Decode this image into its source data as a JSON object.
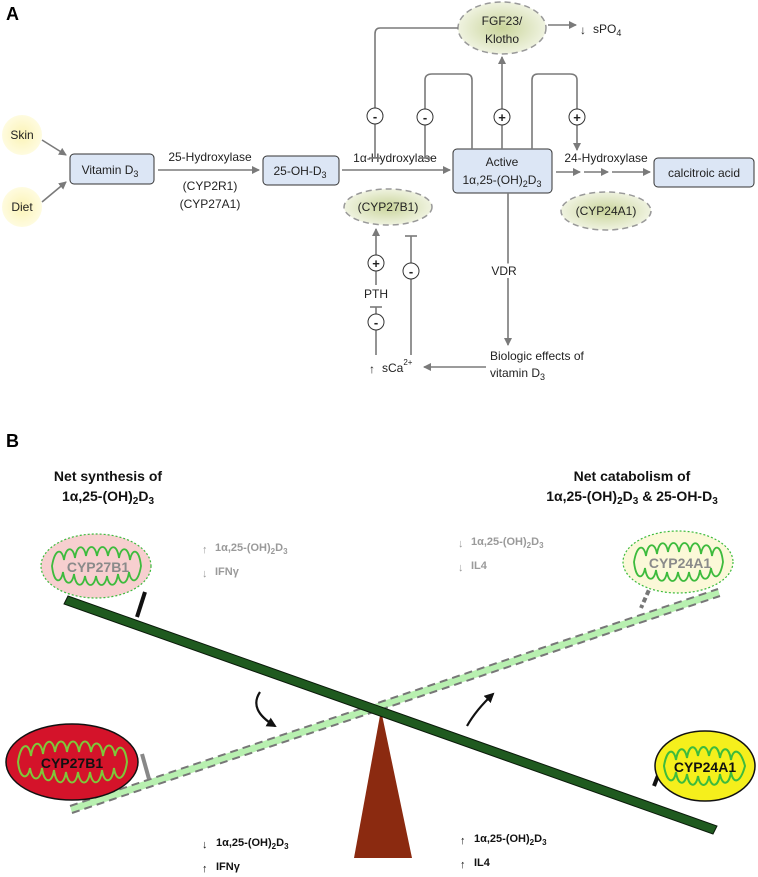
{
  "panel_a": {
    "label": "A",
    "skin": "Skin",
    "diet": "Diet",
    "vitamin_d3": "Vitamin D",
    "vitamin_d3_sub": "3",
    "hydroxylase25": "25-Hydroxylase",
    "cyp2r1": "(CYP2R1)",
    "cyp27a1": "(CYP27A1)",
    "oh_d3": "25-OH-D",
    "oh_d3_sub": "3",
    "one_alpha_hydroxylase": "1α-Hydroxylase",
    "cyp27b1": "(CYP27B1)",
    "active_line1": "Active",
    "active_line2": "1α,25-(OH)",
    "active_sub2": "2",
    "active_suffix": "D",
    "active_sub3": "3",
    "fgf23_line1": "FGF23/",
    "fgf23_line2": "Klotho",
    "spo4": "sPO",
    "spo4_sub": "4",
    "hydroxylase24": "24-Hydroxylase",
    "calcitroic_acid": "calcitroic acid",
    "cyp24a1": "(CYP24A1)",
    "vdr": "VDR",
    "pth": "PTH",
    "sca": "sCa",
    "sca_sup": "2+",
    "biologic_line1": "Biologic effects of",
    "biologic_line2": "vitamin D",
    "biologic_sub": "3",
    "plus": "+",
    "minus": "-",
    "arrow_up": "↑",
    "arrow_down": "↓"
  },
  "panel_b": {
    "label": "B",
    "left_header_line1": "Net synthesis of",
    "left_header_line2": "1α,25-(OH)",
    "left_header_sub2": "2",
    "left_header_d": "D",
    "left_header_sub3": "3",
    "right_header_line1": "Net catabolism of",
    "right_header_line2": "1α,25-(OH)",
    "right_header_sub2": "2",
    "right_header_d": "D",
    "right_header_sub3": "3",
    "right_header_tail": " & 25-OH-D",
    "right_header_tail_sub": "3",
    "cyp27b1": "CYP27B1",
    "cyp24a1": "CYP24A1",
    "dihydroxy": "1α,25-(OH)",
    "dihydroxy_sub2": "2",
    "dihydroxy_d": "D",
    "dihydroxy_sub3": "3",
    "ifng": "IFNγ",
    "il4": "IL4",
    "arrow_up": "↑",
    "arrow_down": "↓"
  },
  "colors": {
    "box_fill": "#dce6f5",
    "arrow": "#7a7a7a",
    "skin_diet_fill": "#fbf7c9",
    "enzyme_ellipse_fill": "#e8edd2",
    "dark_beam": "#1f5a1f",
    "light_beam": "#b8f0b0",
    "fulcrum": "#8b2a10",
    "cyp27b1_active": "#d4132a",
    "cyp27b1_faded": "#f7cfcf",
    "cyp24a1_active": "#f5ef1c",
    "cyp24a1_faded": "#fbf8d8",
    "mito_green": "#3dbb3d"
  }
}
